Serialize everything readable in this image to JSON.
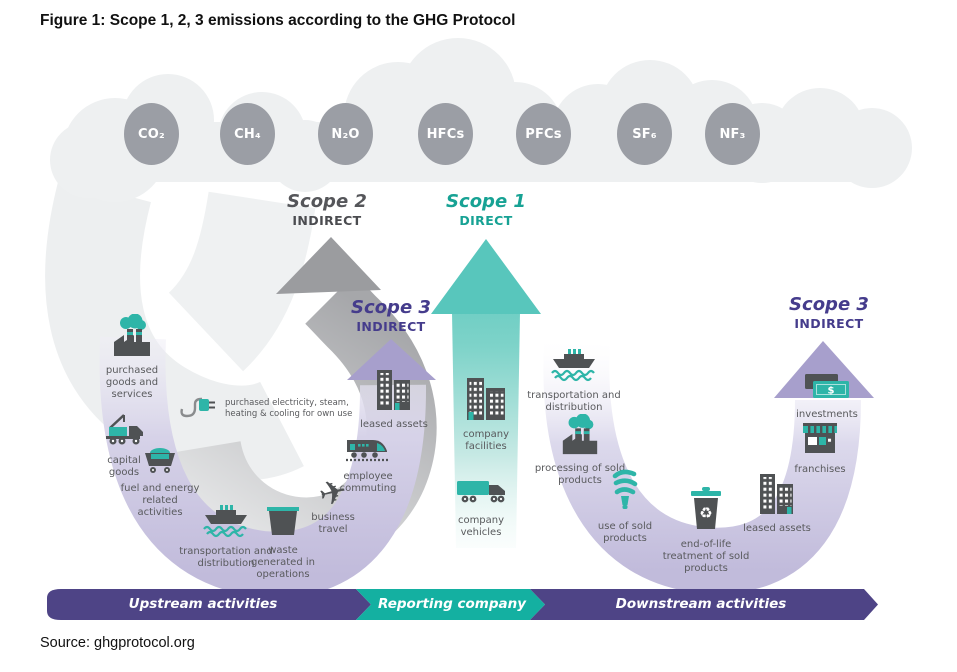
{
  "title": "Figure 1: Scope 1, 2, 3 emissions according to the GHG Protocol",
  "source": "Source: ghgprotocol.org",
  "gases": [
    "CO₂",
    "CH₄",
    "N₂O",
    "HFCs",
    "PFCs",
    "SF₆",
    "NF₃"
  ],
  "scopes": {
    "scope2": {
      "name": "Scope 2",
      "kind": "INDIRECT"
    },
    "scope1": {
      "name": "Scope 1",
      "kind": "DIRECT"
    },
    "scope3_upstream": {
      "name": "Scope 3",
      "kind": "INDIRECT"
    },
    "scope3_downstream": {
      "name": "Scope 3",
      "kind": "INDIRECT"
    }
  },
  "bands": {
    "upstream": "Upstream activities",
    "reporting": "Reporting company",
    "downstream": "Downstream activities"
  },
  "upstream": {
    "items": [
      {
        "label": "purchased goods and services",
        "icon": "factory-icon"
      },
      {
        "label": "purchased electricity, steam, heating & cooling for own use",
        "icon": "plug-icon"
      },
      {
        "label": "capital goods",
        "icon": "crane-truck-icon"
      },
      {
        "label": "fuel and energy related activities",
        "icon": "mine-cart-icon"
      },
      {
        "label": "transportation and distribution",
        "icon": "ship-icon"
      },
      {
        "label": "waste generated in operations",
        "icon": "dumpster-icon"
      },
      {
        "label": "business travel",
        "icon": "airplane-icon"
      },
      {
        "label": "employee commuting",
        "icon": "train-icon"
      },
      {
        "label": "leased assets",
        "icon": "building-icon"
      }
    ]
  },
  "reporting": {
    "items": [
      {
        "label": "company facilities",
        "icon": "building-icon"
      },
      {
        "label": "company vehicles",
        "icon": "truck-icon"
      }
    ]
  },
  "downstream": {
    "items": [
      {
        "label": "transportation and distribution",
        "icon": "ship-icon"
      },
      {
        "label": "processing of sold products",
        "icon": "factory-icon"
      },
      {
        "label": "use of sold products",
        "icon": "cfl-bulb-icon"
      },
      {
        "label": "end-of-life treatment of sold products",
        "icon": "recycle-bin-icon"
      },
      {
        "label": "leased assets",
        "icon": "building-icon"
      },
      {
        "label": "franchises",
        "icon": "storefront-icon"
      },
      {
        "label": "investments",
        "icon": "money-icon"
      }
    ]
  },
  "colors": {
    "teal": "#2eb5a8",
    "teal_arrow": "#58c6bc",
    "lavender_band": "#c3bedd",
    "lavender_head": "#a79fcc",
    "grey_arrow": "#9b9c9f",
    "purple_text": "#453c8c",
    "band_purple": "#4e4486",
    "band_teal": "#14b0a1",
    "gas_bubble": "#9b9ea5",
    "cloud": "#eef0f1",
    "icon_dark": "#4f5254"
  }
}
